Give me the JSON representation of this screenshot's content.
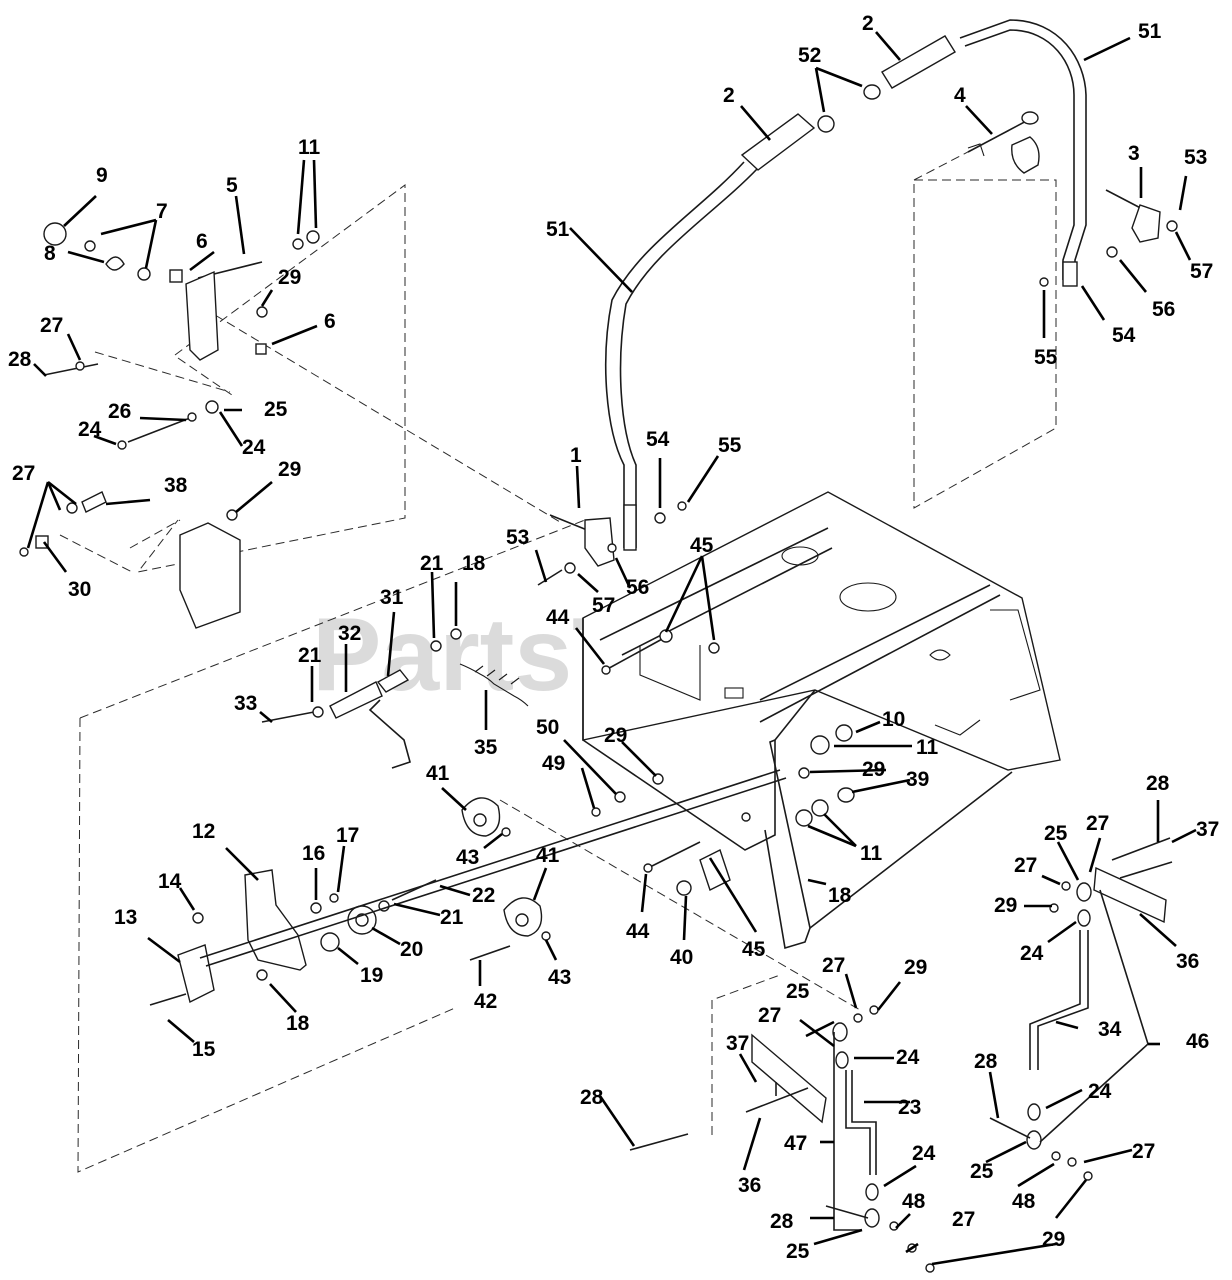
{
  "watermark": {
    "text": "PartsTree",
    "trademark": "TM"
  },
  "callouts": {
    "c1": "1",
    "c2a": "2",
    "c2b": "2",
    "c3": "3",
    "c4": "4",
    "c5": "5",
    "c6a": "6",
    "c6b": "6",
    "c7": "7",
    "c8": "8",
    "c9": "9",
    "c10": "10",
    "c11a": "11",
    "c11b": "11",
    "c11c": "11",
    "c12": "12",
    "c13": "13",
    "c14": "14",
    "c15": "15",
    "c16": "16",
    "c17": "17",
    "c18a": "18",
    "c18b": "18",
    "c18c": "18",
    "c19": "19",
    "c20": "20",
    "c21a": "21",
    "c21b": "21",
    "c21c": "21",
    "c22": "22",
    "c23": "23",
    "c24a": "24",
    "c24b": "24",
    "c24c": "24",
    "c24d": "24",
    "c24e": "24",
    "c24f": "24",
    "c25a": "25",
    "c25b": "25",
    "c25c": "25",
    "c25d": "25",
    "c25e": "25",
    "c26": "26",
    "c27a": "27",
    "c27b": "27",
    "c27c": "27",
    "c27d": "27",
    "c27e": "27",
    "c27f": "27",
    "c27g": "27",
    "c28a": "28",
    "c28b": "28",
    "c28c": "28",
    "c28d": "28",
    "c28e": "28",
    "c29a": "29",
    "c29b": "29",
    "c29c": "29",
    "c29d": "29",
    "c29e": "29",
    "c29f": "29",
    "c29g": "29",
    "c30": "30",
    "c31": "31",
    "c32": "32",
    "c33": "33",
    "c34": "34",
    "c35": "35",
    "c36a": "36",
    "c36b": "36",
    "c37a": "37",
    "c37b": "37",
    "c38": "38",
    "c39": "39",
    "c40": "40",
    "c41a": "41",
    "c41b": "41",
    "c42": "42",
    "c43a": "43",
    "c43b": "43",
    "c44a": "44",
    "c44b": "44",
    "c45a": "45",
    "c45b": "45",
    "c46": "46",
    "c47": "47",
    "c48a": "48",
    "c48b": "48",
    "c49": "49",
    "c50": "50",
    "c51a": "51",
    "c51b": "51",
    "c52": "52",
    "c53a": "53",
    "c53b": "53",
    "c54a": "54",
    "c54b": "54",
    "c55a": "55",
    "c55b": "55",
    "c56a": "56",
    "c56b": "56",
    "c57a": "57",
    "c57b": "57"
  }
}
